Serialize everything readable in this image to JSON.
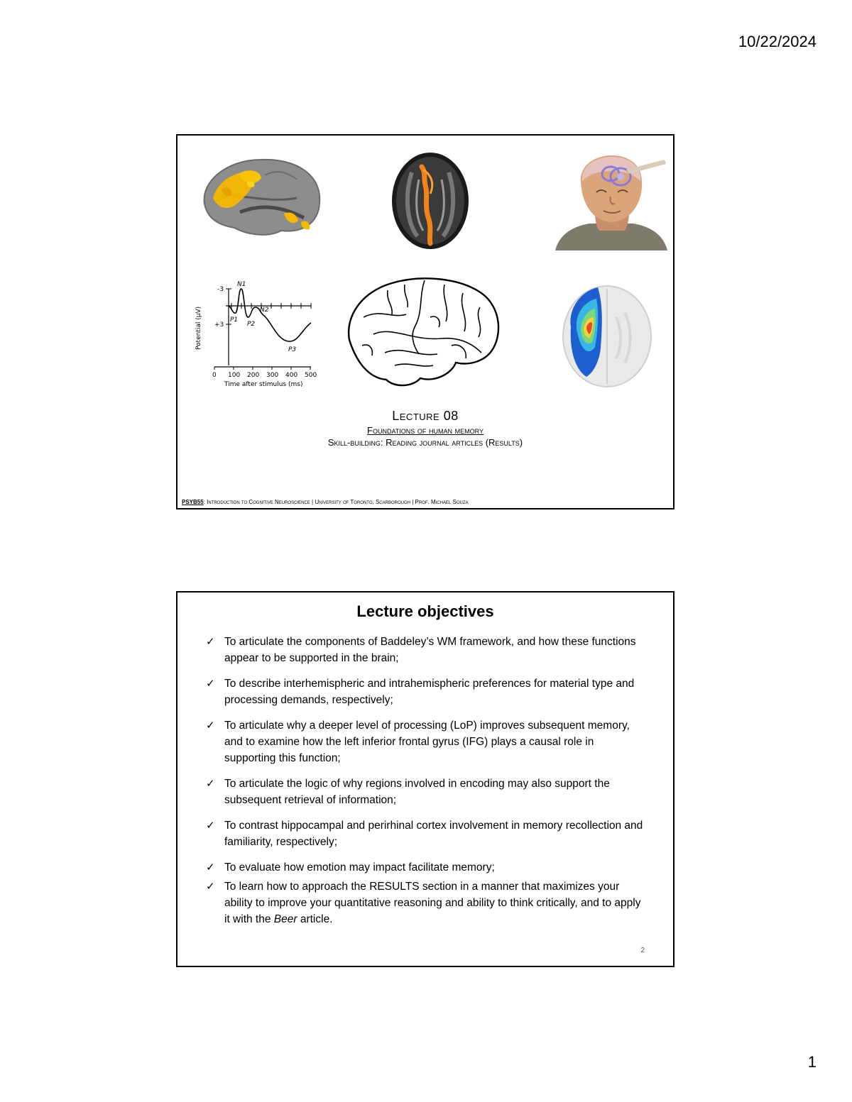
{
  "page": {
    "date": "10/22/2024",
    "number": "1"
  },
  "slide1": {
    "lecture_title": "Lecture 08",
    "subtitle_1": "Foundations of human memory",
    "subtitle_2": "Skill-building: Reading journal articles (Results)",
    "footer_course": "PSYB55",
    "footer_rest": ": Introduction to Cognitive Neuroscience | University of Toronto, Scarborough | Prof. Michael Souza",
    "erp": {
      "xlabel": "Time after stimulus (ms)",
      "ylabel": "Potential (µV)",
      "xticks": [
        "0",
        "100",
        "200",
        "300",
        "400",
        "500"
      ],
      "yticks": [
        "-3",
        "+3"
      ],
      "peaks": [
        "N1",
        "P1",
        "P2",
        "N2",
        "P3"
      ]
    },
    "figures": [
      "brain-fmri-icon",
      "brain-dti-icon",
      "head-tms-icon",
      "erp-waveform",
      "brain-line-drawing-icon",
      "brain-lesion-map-icon"
    ]
  },
  "slide2": {
    "title": "Lecture objectives",
    "objectives": [
      "To articulate the components of Baddeley’s WM framework, and how these functions appear to be supported in the brain;",
      "To describe interhemispheric and intrahemispheric preferences for material type and processing demands, respectively;",
      "To articulate why a deeper level of processing (LoP) improves subsequent memory, and to examine how the left inferior frontal gyrus (IFG) plays a causal role in supporting this function;",
      "To articulate the logic of why regions involved in encoding may also support the subsequent retrieval of information;",
      "To contrast hippocampal and perirhinal cortex involvement in memory recollection and familiarity, respectively;",
      "To evaluate how emotion may impact facilitate memory;"
    ],
    "last_objective": {
      "before": "To learn how to approach the RESULTS section in a manner that maximizes your ability to improve your quantitative reasoning and ability to think critically, and to apply it with the ",
      "italic": "Beer",
      "after": " article."
    },
    "check_glyph": "✓",
    "slide_number": "2"
  }
}
